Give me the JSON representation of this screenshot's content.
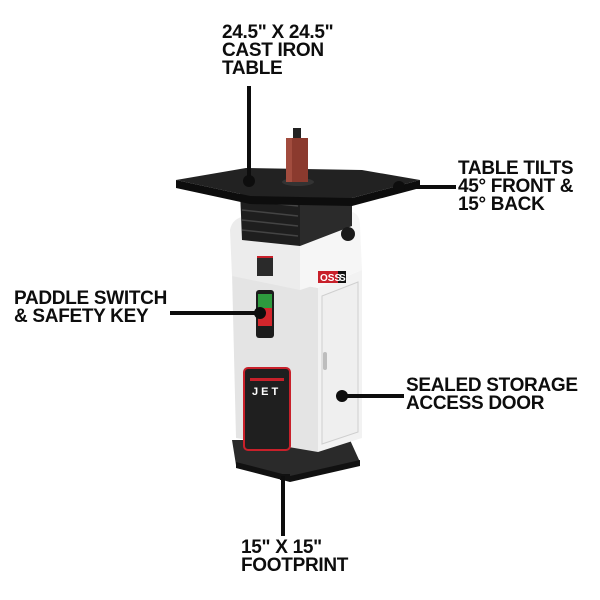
{
  "product": {
    "brand_logo": "JET",
    "model_badge_prefix": "OSS",
    "model_badge_suffix": "S",
    "colors": {
      "cabinet": "#e9e9e9",
      "table": "#1a1a1a",
      "spindle": "#8b3a2e",
      "accent_red": "#c8202a",
      "switch_green": "#2e9a3e",
      "switch_red": "#d3262c"
    }
  },
  "callouts": [
    {
      "id": "table",
      "lines": [
        "24.5\" x 24.5\"",
        "CAST IRON",
        "TABLE"
      ]
    },
    {
      "id": "tilt",
      "lines": [
        "TABLE TILTS",
        "45° FRONT &",
        "15° BACK"
      ]
    },
    {
      "id": "switch",
      "lines": [
        "PADDLE SWITCH",
        "& SAFETY KEY"
      ]
    },
    {
      "id": "door",
      "lines": [
        "SEALED STORAGE",
        "ACCESS DOOR"
      ]
    },
    {
      "id": "footprint",
      "lines": [
        "15\" x 15\"",
        "FOOTPRINT"
      ]
    }
  ]
}
